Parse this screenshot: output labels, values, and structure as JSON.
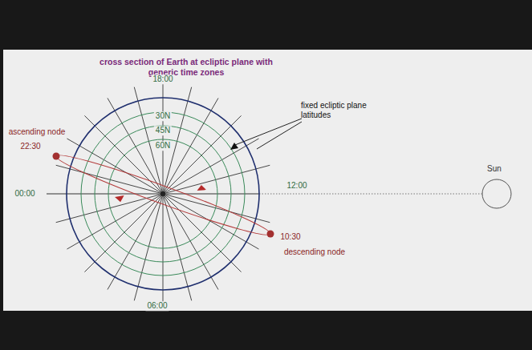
{
  "diagram": {
    "title": "cross section of Earth at ecliptic plane with generic time zones",
    "labels": [
      "18:00",
      "30N",
      "45N",
      "60N",
      "fixed ecliptic plane latitudes",
      "ascending node",
      "22:30",
      "00:00",
      "12:00",
      "Sun",
      "10:30",
      "descending node",
      "06:00"
    ]
  }
}
